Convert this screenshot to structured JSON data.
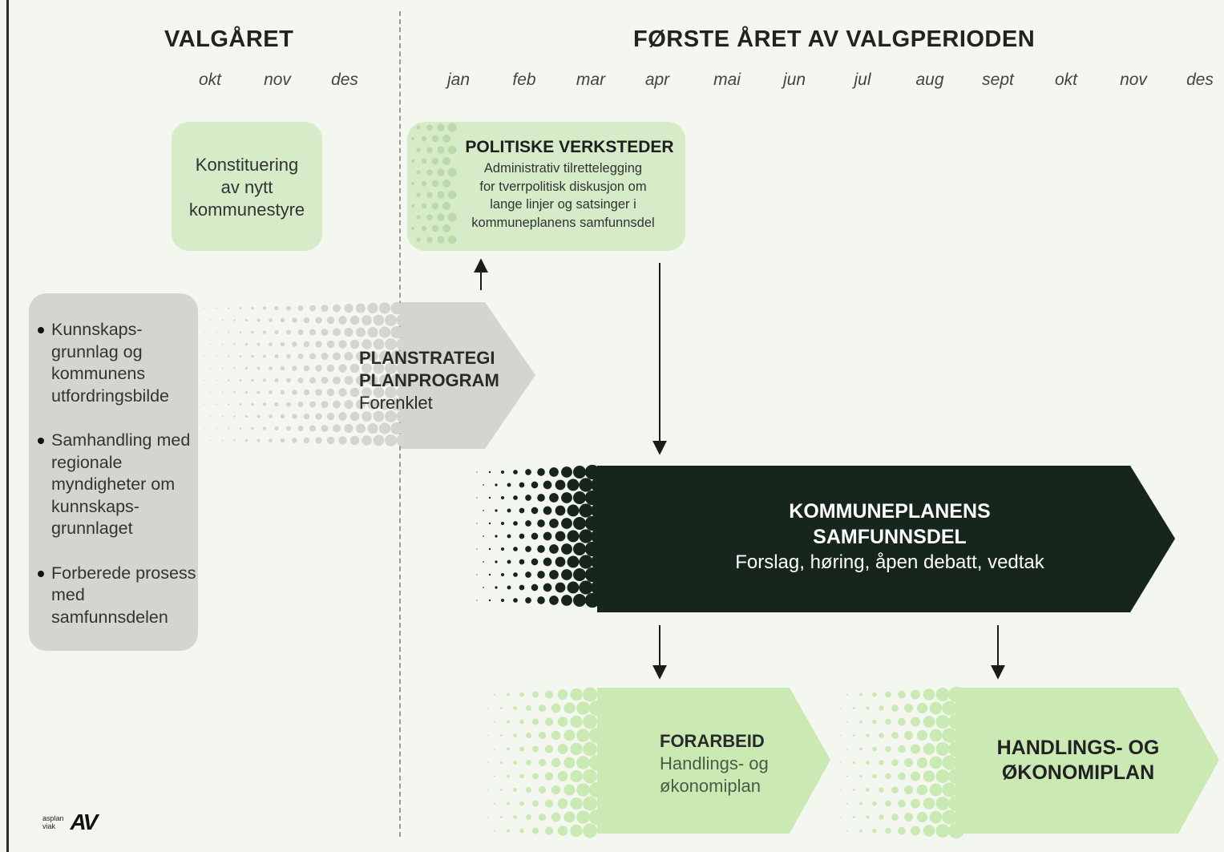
{
  "headers": {
    "election_year": "VALGÅRET",
    "first_year": "FØRSTE ÅRET AV VALGPERIODEN"
  },
  "months": [
    "okt",
    "nov",
    "des",
    "jan",
    "feb",
    "mar",
    "apr",
    "mai",
    "jun",
    "jul",
    "aug",
    "sept",
    "okt",
    "nov",
    "des"
  ],
  "konstituering": {
    "line1": "Konstituering",
    "line2": "av nytt",
    "line3": "kommunestyre"
  },
  "verksteder": {
    "title": "POLITISKE VERKSTEDER",
    "line1": "Administrativ tilrettelegging",
    "line2": "for tverrpolitisk diskusjon om",
    "line3": "lange linjer og satsinger i",
    "line4": "kommuneplanens samfunnsdel"
  },
  "list": {
    "item1": "Kunnskaps-grunnlag og kommunens utfordringsbilde",
    "item2": "Samhandling med regionale myndigheter om kunnskaps-grunnlaget",
    "item3": "Forberede prosess med samfunnsdelen"
  },
  "planstrategi": {
    "line1": "PLANSTRATEGI",
    "line2": "PLANPROGRAM",
    "line3": "Forenklet"
  },
  "samfunnsdel": {
    "line1": "KOMMUNEPLANENS",
    "line2": "SAMFUNNSDEL",
    "line3": "Forslag, høring, åpen debatt, vedtak"
  },
  "forarbeid": {
    "line1": "FORARBEID",
    "line2": "Handlings- og",
    "line3": "økonomiplan"
  },
  "handlingsplan": {
    "line1": "HANDLINGS- OG",
    "line2": "ØKONOMIPLAN"
  },
  "logo": {
    "line1": "asplan",
    "line2": "viak",
    "mark": "AV"
  },
  "colors": {
    "background": "#f3f7ef",
    "light_green": "#d6ebc8",
    "grey": "#d3d6cf",
    "dark": "#16261d"
  }
}
